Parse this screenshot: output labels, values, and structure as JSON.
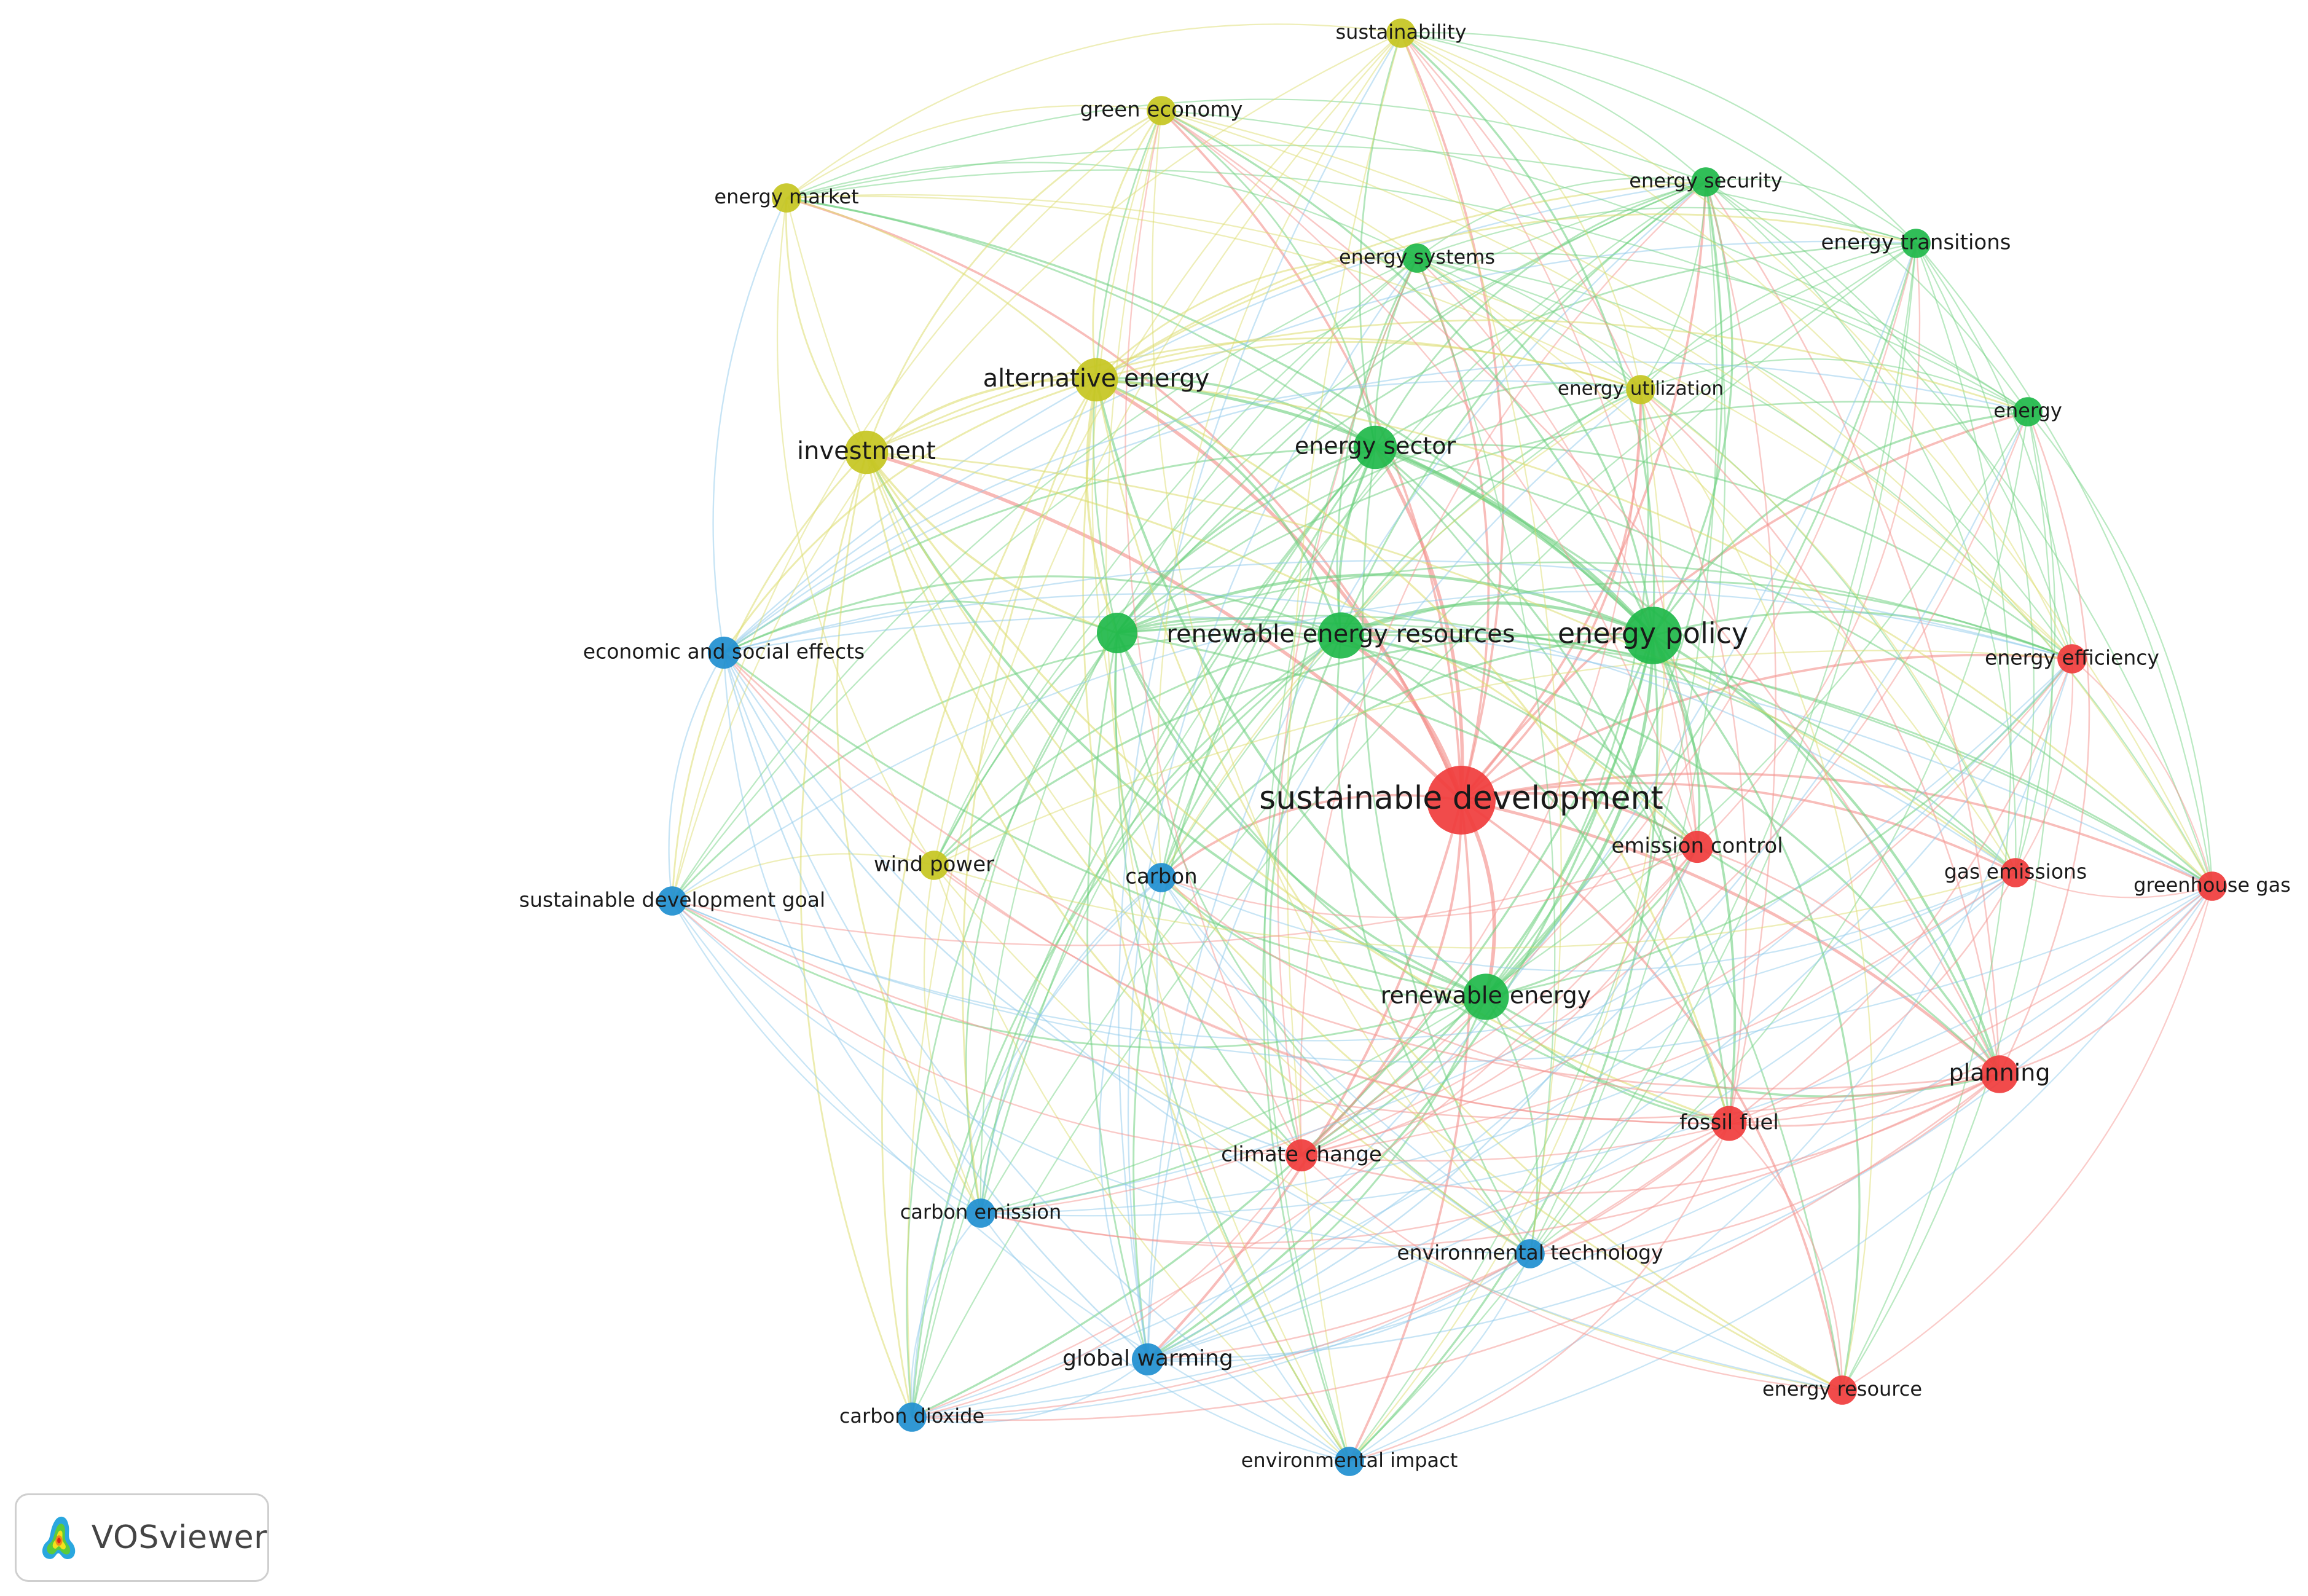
{
  "clusters": {
    "red": {
      "node": "#f03c3c",
      "link": "#f4938f"
    },
    "green": {
      "node": "#1fb84a",
      "link": "#6fd080"
    },
    "blue": {
      "node": "#1f8fd0",
      "link": "#8cc8ea"
    },
    "yellow": {
      "node": "#c6c621",
      "link": "#dcdc6a"
    }
  },
  "nodes": [
    {
      "id": "sustainable-development",
      "label": "sustainable development",
      "cluster": "red",
      "weight": 10
    },
    {
      "id": "energy-policy",
      "label": "energy policy",
      "cluster": "green",
      "weight": 8
    },
    {
      "id": "renewable-energy-resources",
      "label": "renewable energy resources",
      "cluster": "green",
      "weight": 6
    },
    {
      "id": "renewable-energy",
      "label": "renewable energy",
      "cluster": "green",
      "weight": 6
    },
    {
      "id": "energy-sector",
      "label": "energy sector",
      "cluster": "green",
      "weight": 5.5
    },
    {
      "id": "renewable-unlabeled",
      "label": "",
      "cluster": "green",
      "weight": 5
    },
    {
      "id": "energy-systems",
      "label": "energy systems",
      "cluster": "green",
      "weight": 3
    },
    {
      "id": "energy-security",
      "label": "energy security",
      "cluster": "green",
      "weight": 3
    },
    {
      "id": "energy-transitions",
      "label": "energy transitions",
      "cluster": "green",
      "weight": 3
    },
    {
      "id": "energy",
      "label": "energy",
      "cluster": "green",
      "weight": 3
    },
    {
      "id": "alternative-energy",
      "label": "alternative energy",
      "cluster": "yellow",
      "weight": 5.5
    },
    {
      "id": "investment",
      "label": "investment",
      "cluster": "yellow",
      "weight": 5.5
    },
    {
      "id": "sustainability",
      "label": "sustainability",
      "cluster": "yellow",
      "weight": 3
    },
    {
      "id": "green-economy",
      "label": "green economy",
      "cluster": "yellow",
      "weight": 3
    },
    {
      "id": "energy-market",
      "label": "energy market",
      "cluster": "yellow",
      "weight": 3
    },
    {
      "id": "energy-utilization",
      "label": "energy utilization",
      "cluster": "yellow",
      "weight": 3
    },
    {
      "id": "wind-power",
      "label": "wind power",
      "cluster": "yellow",
      "weight": 3
    },
    {
      "id": "economic-and-social-effects",
      "label": "economic and social effects",
      "cluster": "blue",
      "weight": 3.5
    },
    {
      "id": "sustainable-development-goal",
      "label": "sustainable development goal",
      "cluster": "blue",
      "weight": 3
    },
    {
      "id": "carbon",
      "label": "carbon",
      "cluster": "blue",
      "weight": 3
    },
    {
      "id": "carbon-emission",
      "label": "carbon emission",
      "cluster": "blue",
      "weight": 3
    },
    {
      "id": "global-warming",
      "label": "global warming",
      "cluster": "blue",
      "weight": 3.5
    },
    {
      "id": "carbon-dioxide",
      "label": "carbon dioxide",
      "cluster": "blue",
      "weight": 3
    },
    {
      "id": "environmental-impact",
      "label": "environmental impact",
      "cluster": "blue",
      "weight": 3
    },
    {
      "id": "environmental-technology",
      "label": "environmental technology",
      "cluster": "blue",
      "weight": 3
    },
    {
      "id": "emission-control",
      "label": "emission control",
      "cluster": "red",
      "weight": 3.5
    },
    {
      "id": "energy-efficiency",
      "label": "energy efficiency",
      "cluster": "red",
      "weight": 3
    },
    {
      "id": "gas-emissions",
      "label": "gas emissions",
      "cluster": "red",
      "weight": 3
    },
    {
      "id": "greenhouse-gas",
      "label": "greenhouse gas",
      "cluster": "red",
      "weight": 3
    },
    {
      "id": "planning",
      "label": "planning",
      "cluster": "red",
      "weight": 4.5
    },
    {
      "id": "fossil-fuel",
      "label": "fossil fuel",
      "cluster": "red",
      "weight": 4
    },
    {
      "id": "climate-change",
      "label": "climate change",
      "cluster": "red",
      "weight": 3.5
    },
    {
      "id": "energy-resource",
      "label": "energy resource",
      "cluster": "red",
      "weight": 3
    }
  ],
  "logo": {
    "text": "VOSviewer"
  }
}
